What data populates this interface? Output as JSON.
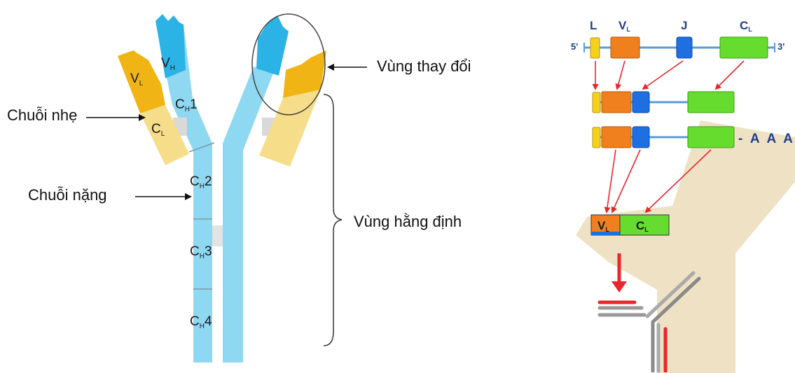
{
  "labels": {
    "light_chain": "Chuỗi nhẹ",
    "heavy_chain": "Chuỗi nặng",
    "variable_region": "Vùng thay đổi",
    "constant_region": "Vùng hằng định"
  },
  "antibody_domains": {
    "vh": "V",
    "vh_sub": "H",
    "vl": "V",
    "vl_sub": "L",
    "ch1": "1",
    "ch2": "2",
    "ch3": "3",
    "ch4": "4",
    "ch_letter": "C",
    "ch_sub": "H",
    "cl": "C",
    "cl_sub": "L"
  },
  "gene_segments": {
    "l": "L",
    "vl": "V",
    "vl_sub": "L",
    "j": "J",
    "cl": "C",
    "cl_sub": "L",
    "five_prime": "5'",
    "three_prime": "3'",
    "poly_a": "- A A A"
  },
  "protein_labels": {
    "vl": "V",
    "vl_sub": "L",
    "cl": "C",
    "cl_sub": "L"
  },
  "colors": {
    "heavy_chain": "#8fd8f2",
    "variable_heavy": "#2bb3e5",
    "light_constant": "#f6dd8a",
    "light_variable": "#f0b515",
    "hinge": "#d9d9d9",
    "gene_line": "#5b9bd5",
    "l_segment": "#f6d11c",
    "v_segment": "#f07f1d",
    "j_segment": "#1e6fe0",
    "c_segment": "#66dd2e",
    "arrow_red": "#e8262b",
    "tan_cell": "#efe2c4"
  }
}
